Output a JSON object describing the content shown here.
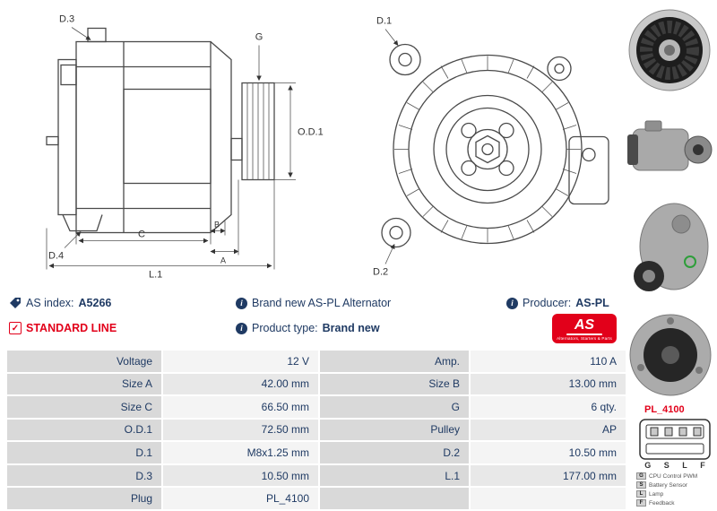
{
  "info": {
    "as_index_label": "AS index:",
    "as_index_value": "A5266",
    "standard_line": "STANDARD LINE",
    "description": "Brand new AS-PL Alternator",
    "product_type_label": "Product type:",
    "product_type_value": "Brand new",
    "producer_label": "Producer:",
    "producer_value": "AS-PL"
  },
  "icons": {
    "info_glyph": "i",
    "check_glyph": "✓"
  },
  "logo": {
    "text": "AS",
    "tagline": "Alternators, Starters & Parts"
  },
  "diagram": {
    "side": {
      "d3": "D.3",
      "d4": "D.4",
      "c": "C",
      "b": "B",
      "a": "A",
      "l1": "L.1",
      "g": "G",
      "od1": "O.D.1"
    },
    "front": {
      "d1": "D.1",
      "d2": "D.2"
    }
  },
  "table": {
    "rows": [
      [
        "Voltage",
        "12 V",
        "Amp.",
        "110 A"
      ],
      [
        "Size A",
        "42.00 mm",
        "Size B",
        "13.00 mm"
      ],
      [
        "Size C",
        "66.50 mm",
        "G",
        "6 qty."
      ],
      [
        "O.D.1",
        "72.50 mm",
        "Pulley",
        "AP"
      ],
      [
        "D.1",
        "M8x1.25 mm",
        "D.2",
        "10.50 mm"
      ],
      [
        "D.3",
        "10.50 mm",
        "L.1",
        "177.00 mm"
      ],
      [
        "Plug",
        "PL_4100",
        "",
        ""
      ]
    ]
  },
  "connector": {
    "name": "PL_4100",
    "pins": [
      "G",
      "S",
      "L",
      "F"
    ],
    "legend": [
      {
        "pin": "G",
        "desc": "CPU Control PWM"
      },
      {
        "pin": "S",
        "desc": "Battery Sensor"
      },
      {
        "pin": "L",
        "desc": "Lamp"
      },
      {
        "pin": "F",
        "desc": "Feedback"
      }
    ]
  },
  "colors": {
    "accent_red": "#e2001a",
    "navy_text": "#1f3a63",
    "table_label_bg": "#d9d9d9",
    "table_value_bg_light": "#f4f4f4",
    "table_value_bg_dark": "#e8e8e8"
  }
}
